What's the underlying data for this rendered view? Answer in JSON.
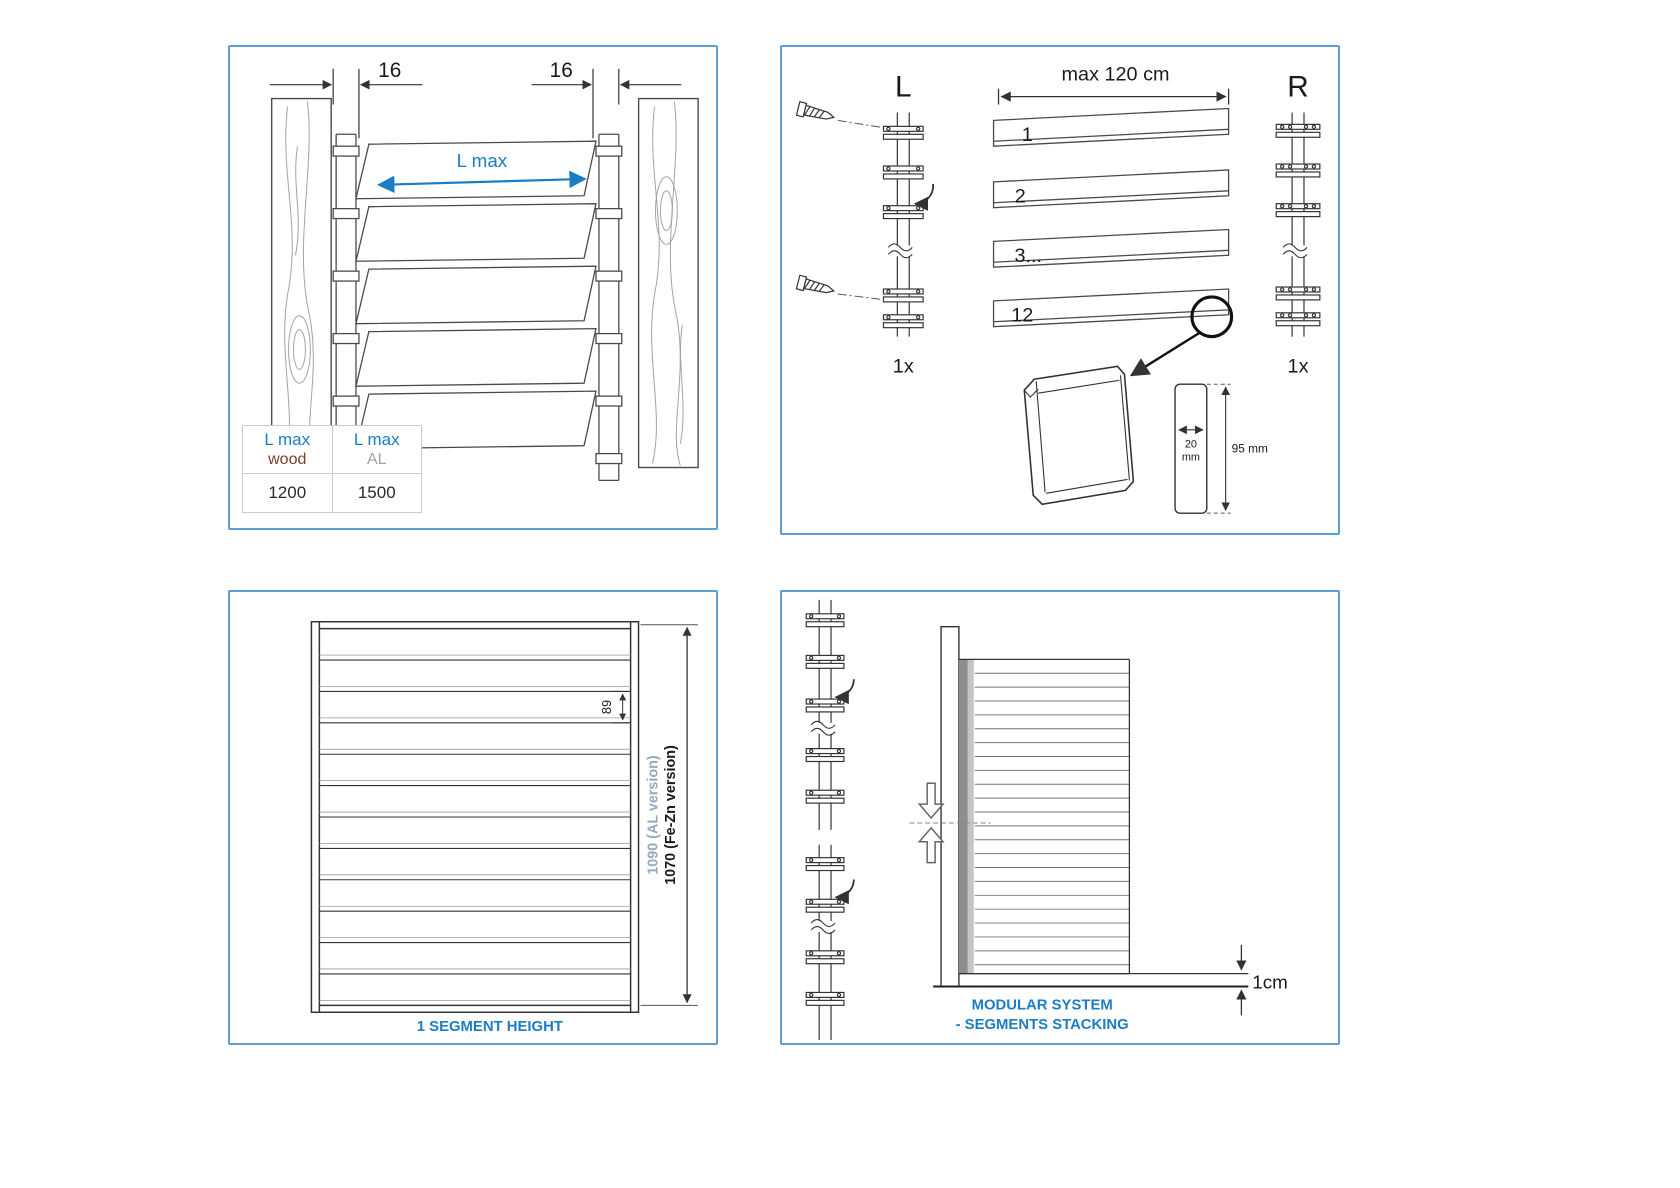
{
  "colors": {
    "accent_blue": "#1b7dc3",
    "panel_border": "#5b9fd6",
    "wood_brown": "#7a3f2a",
    "aluminum_gray": "#9fa3a7",
    "dim_bluegray": "#95aabf"
  },
  "panels": {
    "slat_width": {
      "dim_left": "16",
      "dim_right": "16",
      "l_max": "L max",
      "table": {
        "header_main_1": "L max",
        "header_sub_1": "wood",
        "header_main_2": "L max",
        "header_sub_2": "AL",
        "value_1": "1200",
        "value_2": "1500"
      }
    },
    "assembly": {
      "left_label": "L",
      "right_label": "R",
      "max_width": "max 120 cm",
      "slats": [
        "1",
        "2",
        "3...",
        "12"
      ],
      "left_qty": "1x",
      "right_qty": "1x",
      "profile_width_value": "20",
      "profile_width_unit": "mm",
      "profile_height": "95 mm"
    },
    "segment": {
      "slat_pitch": "89",
      "height_al": "1090 (AL version)",
      "height_fezn": "1070 (Fe-Zn version)",
      "caption": "1 SEGMENT HEIGHT"
    },
    "stacking": {
      "gap": "1cm",
      "caption_line1": "MODULAR SYSTEM",
      "caption_line2": "- SEGMENTS STACKING"
    }
  }
}
